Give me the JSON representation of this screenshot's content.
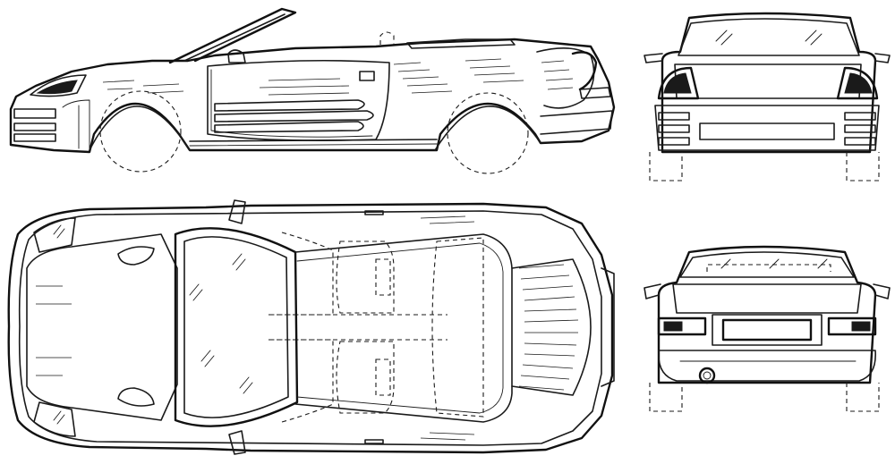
{
  "drawing": {
    "views": [
      {
        "id": "side",
        "name": "side-elevation"
      },
      {
        "id": "top",
        "name": "top-plan"
      },
      {
        "id": "front",
        "name": "front-elevation"
      },
      {
        "id": "rear",
        "name": "rear-elevation"
      }
    ],
    "line_color": "#1a1a1a",
    "background": "#ffffff"
  }
}
